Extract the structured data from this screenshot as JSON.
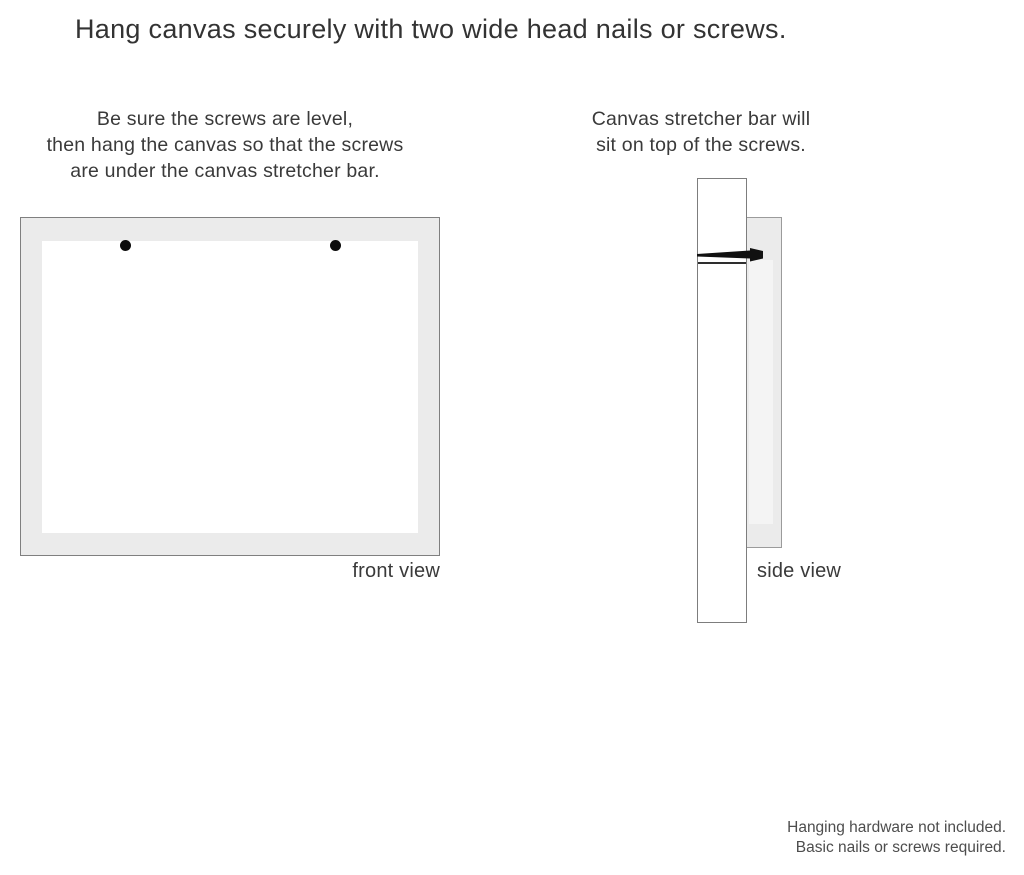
{
  "title": "Hang canvas securely with two wide head nails or screws.",
  "instructions": {
    "front": [
      "Be sure the screws are level,",
      "then hang the canvas so that the screws",
      "are under the canvas stretcher bar."
    ],
    "side": [
      "Canvas stretcher bar will",
      "sit on top of the screws."
    ]
  },
  "diagrams": {
    "front_view": {
      "label": "front view",
      "nail_count": 2
    },
    "side_view": {
      "label": "side view"
    }
  },
  "footer": [
    "Hanging hardware not included.",
    "Basic nails or screws required."
  ],
  "icons": {
    "nail_front": "filled-black-circle",
    "nail_side": "horizontal-nail-point-left-head-right"
  },
  "colors": {
    "background": "#ffffff",
    "canvas_frame_fill": "#ebebeb",
    "canvas_inner_fill": "#ffffff",
    "frame_border": "#7f7f7f",
    "side_bar_border": "#9b9b9b",
    "nail": "#111111",
    "text": "#3a3a3a",
    "footer_text": "#4d4d4d"
  }
}
